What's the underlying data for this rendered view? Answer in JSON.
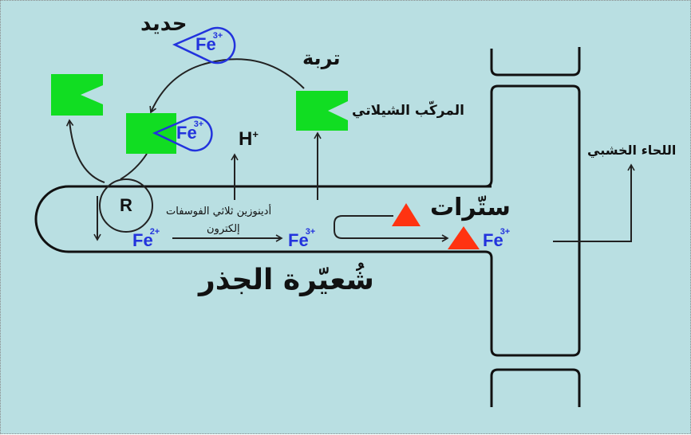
{
  "labels": {
    "iron": "حديد",
    "soil": "تربة",
    "chelate": "المركّب الشيلاتي",
    "phloem_xylem": "اللحاء الخشبي",
    "citrates": "ستّرات",
    "root_hair": "شُعيّرة الجذر",
    "atp": "أدينوزين ثلاثي الفوسفات",
    "electron": "إلكترون",
    "h_plus": "H",
    "h_plus_sup": "+",
    "receptor": "R"
  },
  "ions": {
    "fe_symbol": "Fe",
    "fe2_charge": "2+",
    "fe3_charge": "3+"
  },
  "colors": {
    "background": "#b9dfe2",
    "chelate_green": "#11dd22",
    "iron_blue": "#2233dd",
    "citrate_red": "#ff3311"
  }
}
